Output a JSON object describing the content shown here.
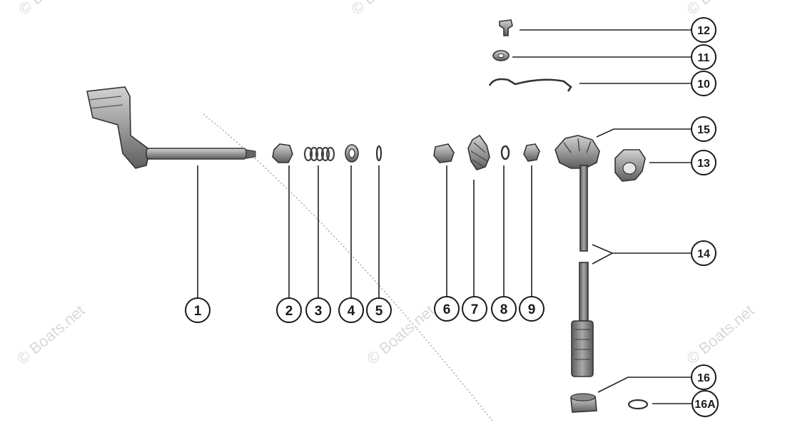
{
  "watermark": {
    "text": "© Boats.net",
    "corner_text": "© B"
  },
  "callouts": [
    {
      "id": "1",
      "label": "1"
    },
    {
      "id": "2",
      "label": "2"
    },
    {
      "id": "3",
      "label": "3"
    },
    {
      "id": "4",
      "label": "4"
    },
    {
      "id": "5",
      "label": "5"
    },
    {
      "id": "6",
      "label": "6"
    },
    {
      "id": "7",
      "label": "7"
    },
    {
      "id": "8",
      "label": "8"
    },
    {
      "id": "9",
      "label": "9"
    },
    {
      "id": "10",
      "label": "10"
    },
    {
      "id": "11",
      "label": "11"
    },
    {
      "id": "12",
      "label": "12"
    },
    {
      "id": "13",
      "label": "13"
    },
    {
      "id": "14",
      "label": "14"
    },
    {
      "id": "15",
      "label": "15"
    },
    {
      "id": "16",
      "label": "16"
    },
    {
      "id": "16A",
      "label": "16A"
    }
  ],
  "colors": {
    "part_fill": "#b9b9b9",
    "part_dark": "#6e6e6e",
    "line": "#1a1a1a",
    "watermark": "#d8d8d8"
  }
}
